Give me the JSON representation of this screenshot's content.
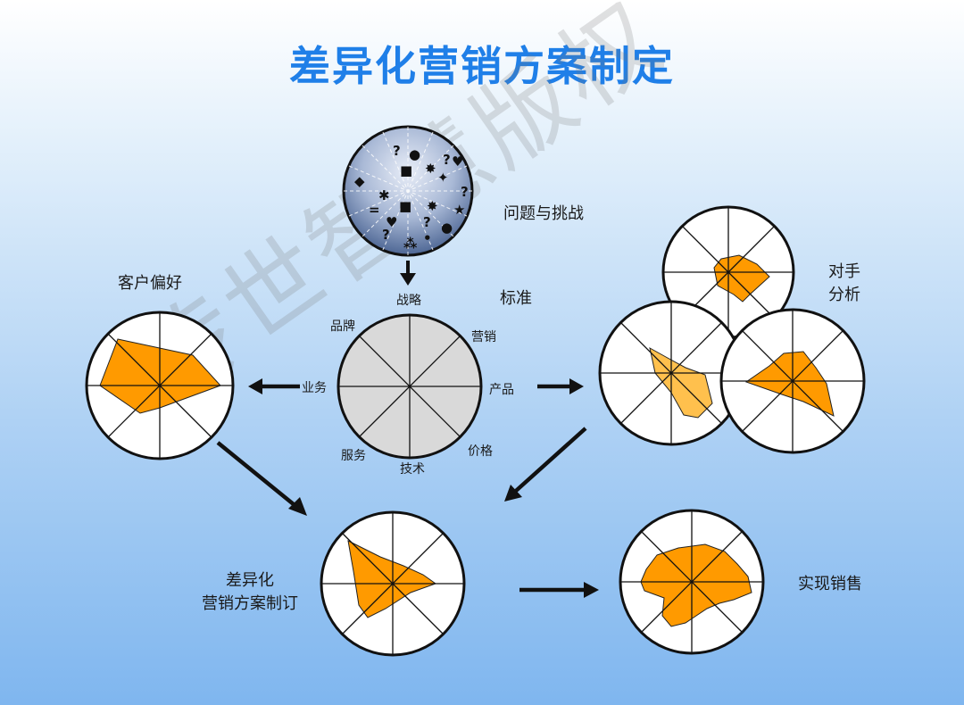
{
  "title": "差异化营销方案制定",
  "labels": {
    "problems": "问题与挑战",
    "standard": "标准",
    "customer": "客户偏好",
    "competitor_line1": "对手",
    "competitor_line2": "分析",
    "plan_line1": "差异化",
    "plan_line2": "营销方案制订",
    "sales": "实现销售"
  },
  "criteria": {
    "strategy": "战略",
    "marketing": "营销",
    "product": "产品",
    "price": "价格",
    "technology": "技术",
    "service": "服务",
    "business": "业务",
    "brand": "品牌"
  },
  "watermark": "传世智慧版权",
  "colors": {
    "title": "#1f7fe8",
    "orange": "#ff9a00",
    "light_orange": "#ffc04d",
    "gray": "#d9d9d9",
    "stroke": "#111111"
  },
  "icons": [
    "question-mark-icon",
    "square-icon",
    "star-icon",
    "heart-icon",
    "diamond-icon",
    "sparkle-icon",
    "circle-icon",
    "equals-icon"
  ]
}
